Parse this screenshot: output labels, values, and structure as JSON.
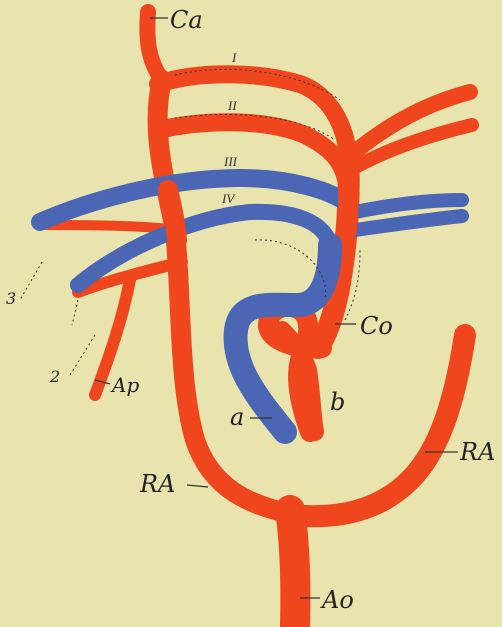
{
  "colors": {
    "background": "#e9e4ad",
    "artery": "#f0461d",
    "vein": "#4a66b4"
  },
  "labels": {
    "ca": "Ca",
    "arch_1": "I",
    "arch_2": "II",
    "arch_3": "III",
    "arch_4": "IV",
    "co": "Co",
    "a": "a",
    "b": "b",
    "ap": "Ap",
    "ra_left": "RA",
    "ra_right": "RA",
    "ao": "Ao",
    "num_3": "3",
    "num_2": "2"
  }
}
